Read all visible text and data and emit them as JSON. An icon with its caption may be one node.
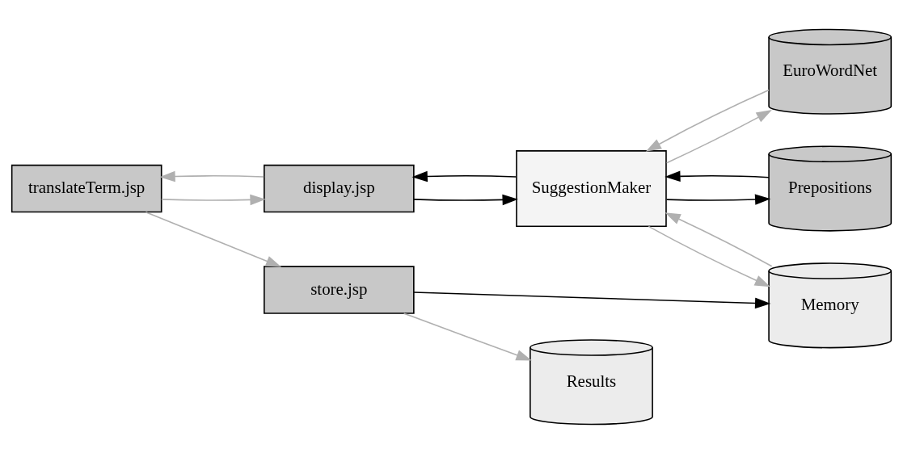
{
  "diagram": {
    "nodes": [
      {
        "text": [
          "translateTerm.jsp"
        ]
      },
      {
        "text": [
          "display.jsp"
        ]
      },
      {
        "text": [
          "store.jsp"
        ]
      },
      {
        "text": [
          "SuggestionMaker"
        ]
      },
      {
        "text": [
          "EuroWordNet"
        ]
      },
      {
        "text": [
          "Prepositions"
        ]
      },
      {
        "text": [
          "Memory"
        ]
      },
      {
        "text": [
          "Results"
        ]
      }
    ],
    "edges": [
      {
        "from": 0,
        "to": 1,
        "arrow": "to"
      },
      {
        "from": 1,
        "to": 0,
        "arrow": "to"
      },
      {
        "from": 0,
        "to": 2,
        "arrow": "to"
      },
      {
        "from": 1,
        "to": 3,
        "arrow": "to",
        "color": "#000000"
      },
      {
        "from": 3,
        "to": 1,
        "arrow": "to",
        "color": "#000000"
      },
      {
        "from": 3,
        "to": 4,
        "arrow": "to"
      },
      {
        "from": 4,
        "to": 3,
        "arrow": "to"
      },
      {
        "from": 3,
        "to": 5,
        "arrow": "to",
        "color": "#000000"
      },
      {
        "from": 5,
        "to": 3,
        "arrow": "to",
        "color": "#000000"
      },
      {
        "from": 3,
        "to": 6,
        "arrow": "to"
      },
      {
        "from": 6,
        "to": 3,
        "arrow": "to"
      },
      {
        "from": 2,
        "to": 6,
        "arrow": "to",
        "color": "#000000"
      },
      {
        "from": 2,
        "to": 7,
        "arrow": "to"
      }
    ]
  }
}
